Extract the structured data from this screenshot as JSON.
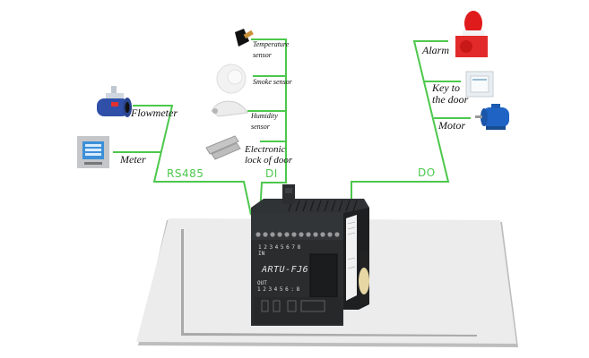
{
  "diagram": {
    "controller": {
      "model_label": "ARTU-FJ6",
      "in_label": "IN",
      "out_label": "OUT",
      "in_numbers": "1 2 3 4 5 6 7 8",
      "out_numbers": "1 2 3 4 5 6 : 8"
    },
    "buses": {
      "rs485": "RS485",
      "di": "DI",
      "do": "DO"
    },
    "rs485_devices": [
      {
        "label": "Flowmeter",
        "icon": "flowmeter-icon"
      },
      {
        "label": "Meter",
        "icon": "power-meter-icon"
      }
    ],
    "di_devices": [
      {
        "label": "Temperature sensor",
        "line1": "Temperature",
        "line2": "sensor",
        "icon": "temperature-sensor-icon"
      },
      {
        "label": "Smoke sensor",
        "line1": "Smoke sensor",
        "icon": "smoke-sensor-icon"
      },
      {
        "label": "Humidity sensor",
        "line1": "Humidity",
        "line2": "sensor",
        "icon": "humidity-sensor-icon"
      },
      {
        "label": "Electronic lock of door",
        "line1": "Electronic",
        "line2": "lock of door",
        "icon": "door-lock-icon"
      }
    ],
    "do_devices": [
      {
        "label": "Alarm",
        "icon": "alarm-beacon-icon"
      },
      {
        "label": "Key to the door",
        "line1": "Key to",
        "line2": "the door",
        "icon": "door-exit-button-icon"
      },
      {
        "label": "Motor",
        "icon": "motor-icon"
      }
    ],
    "colors": {
      "bus_line": "#4cc84c",
      "controller_body": "#2a2c2e",
      "platform": "#ececec"
    }
  }
}
